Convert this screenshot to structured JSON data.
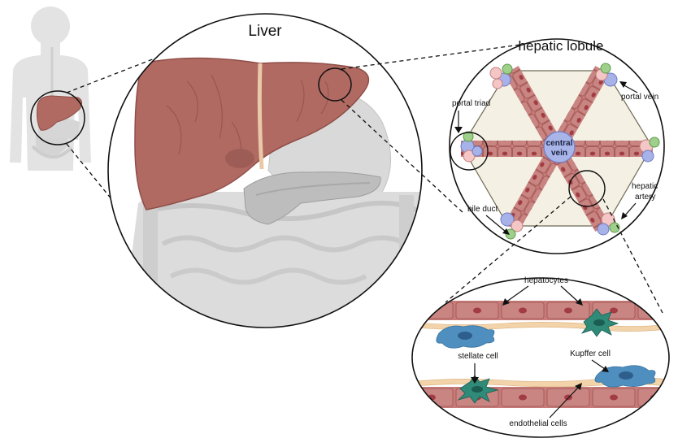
{
  "labels": {
    "liver_title": "Liver",
    "lobule_title": "hepatic lobule",
    "central_vein_line1": "central",
    "central_vein_line2": "vein",
    "portal_triad": "portal triad",
    "portal_vein": "portal vein",
    "hepatic_artery_line1": "hepatic",
    "hepatic_artery_line2": "artery",
    "bile_duct": "bile duct",
    "hepatocytes": "hepatocytes",
    "stellate_cell": "stellate cell",
    "kupffer_cell": "Kupffer cell",
    "endothelial_cells": "endothelial cells"
  },
  "colors": {
    "liver": "#b06a62",
    "liver_dark": "#8f4e48",
    "hepatocyte": "#c77b78",
    "hepatocyte_nucleus": "#a23c43",
    "lobule_fill": "#f4f1e4",
    "central_vein": "#a9b4e8",
    "portal_vein": "#a7b2e8",
    "hepatic_artery": "#f4c6c6",
    "bile_duct": "#9fd08b",
    "stellate": "#2f8a78",
    "kupffer": "#4f8fc0",
    "endothelial": "#f3d3a9",
    "silhouette": "#e3e3e3"
  }
}
